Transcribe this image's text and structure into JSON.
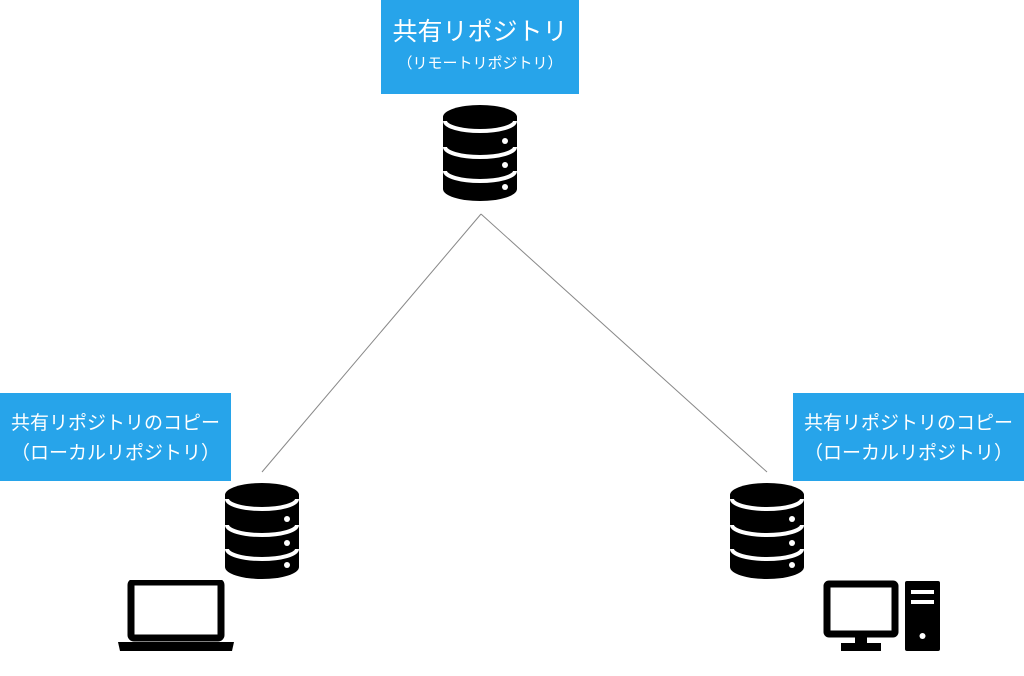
{
  "colors": {
    "label_bg": "#27a4ea",
    "label_text": "#ffffff",
    "icon": "#000000",
    "line": "#888888"
  },
  "remote": {
    "title": "共有リポジトリ",
    "subtitle": "（リモートリポジトリ）",
    "icon": "database-icon"
  },
  "local_left": {
    "title": "共有リポジトリのコピー",
    "subtitle": "（ローカルリポジトリ）",
    "icon": "database-icon",
    "device_icon": "laptop-icon"
  },
  "local_right": {
    "title": "共有リポジトリのコピー",
    "subtitle": "（ローカルリポジトリ）",
    "icon": "database-icon",
    "device_icon": "desktop-pc-icon"
  }
}
